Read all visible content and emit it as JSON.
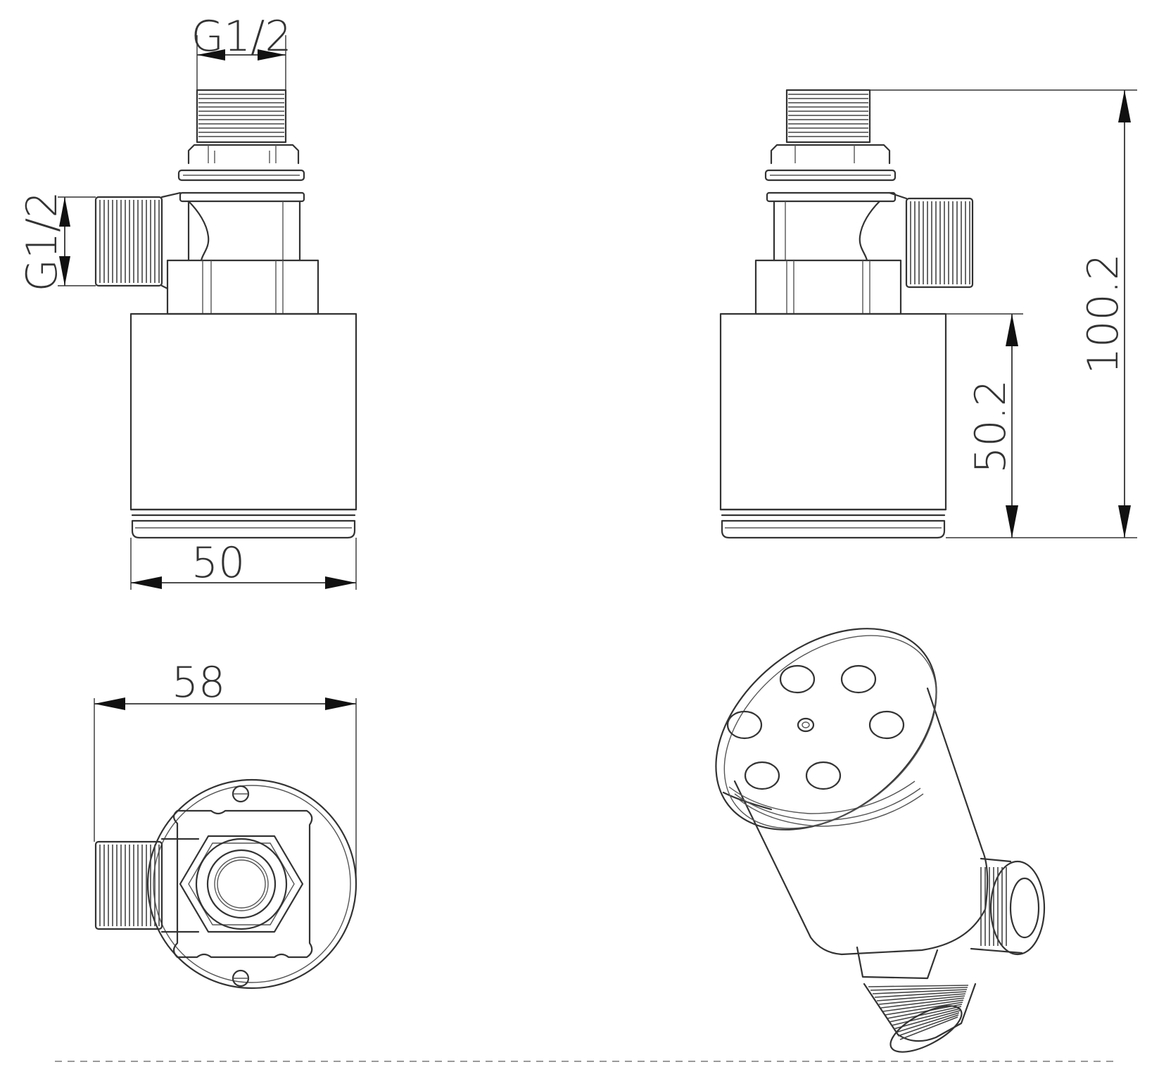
{
  "dimensions": {
    "front_top_thread": "G1/2",
    "front_side_thread": "G1/2",
    "front_width": "50",
    "side_body_height": "50.2",
    "side_total_height": "100.2",
    "bottom_diameter": "58"
  }
}
